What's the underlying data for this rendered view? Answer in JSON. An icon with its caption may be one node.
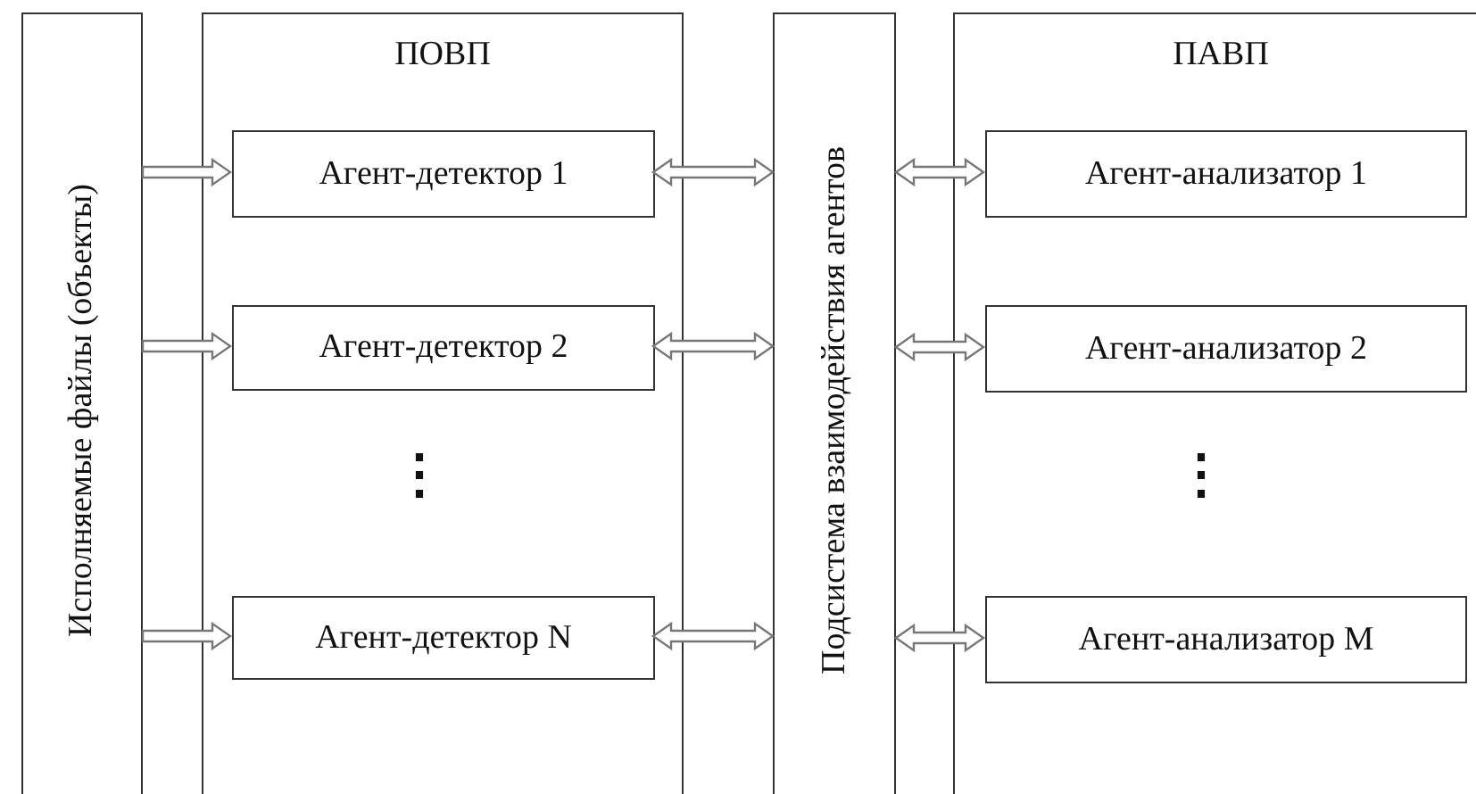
{
  "diagram": {
    "nodes": [
      {
        "text": [
          "Исполняемые файлы (объекты)"
        ]
      },
      {
        "text": [
          "ПОВП"
        ]
      },
      {
        "text": [
          "Агент-детектор 1"
        ],
        "in": 1
      },
      {
        "text": [
          "Агент-детектор 2"
        ],
        "in": 1
      },
      {
        "text": [
          "Агент-детектор N"
        ],
        "in": 1
      },
      {
        "text": [
          "Подсистема взаимодействия агентов"
        ]
      },
      {
        "text": [
          "ПАВП"
        ]
      },
      {
        "text": [
          "Агент-анализатор 1"
        ],
        "in": 6
      },
      {
        "text": [
          "Агент-анализатор 2"
        ],
        "in": 6
      },
      {
        "text": [
          "Агент-анализатор M"
        ],
        "in": 6
      }
    ],
    "edges": [
      {
        "from": 0,
        "to": 2,
        "arrow": "to"
      },
      {
        "from": 0,
        "to": 3,
        "arrow": "to"
      },
      {
        "from": 0,
        "to": 4,
        "arrow": "to"
      },
      {
        "from": 2,
        "to": 5,
        "arrow": "both"
      },
      {
        "from": 3,
        "to": 5,
        "arrow": "both"
      },
      {
        "from": 4,
        "to": 5,
        "arrow": "both"
      },
      {
        "from": 5,
        "to": 7,
        "arrow": "both"
      },
      {
        "from": 5,
        "to": 8,
        "arrow": "both"
      },
      {
        "from": 5,
        "to": 9,
        "arrow": "both"
      }
    ],
    "labels": [
      "⋮",
      "⋮"
    ]
  }
}
